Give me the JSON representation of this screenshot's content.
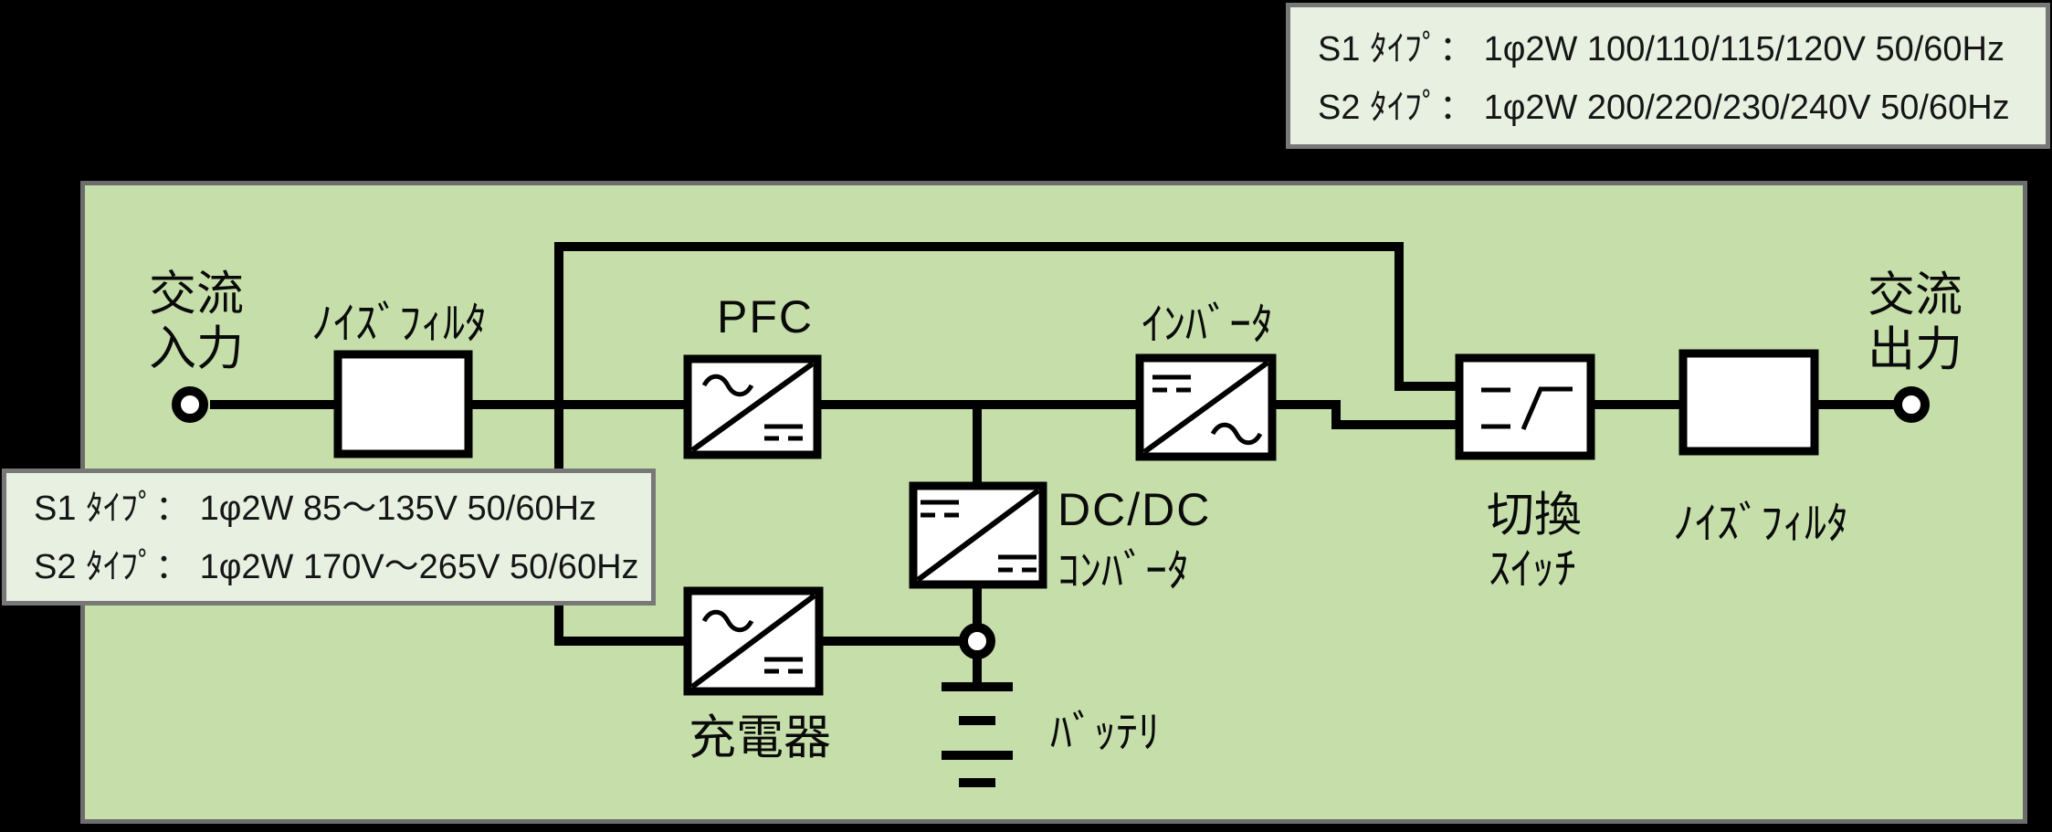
{
  "diagram_title": "UPS block diagram",
  "colors": {
    "canvas_background": "#000000",
    "panel_fill": "#c6dfaa",
    "panel_border": "#6d6d6d",
    "spec_box_fill": "#e8f0e2",
    "spec_box_border": "#787878",
    "wire": "#000000",
    "block_fill": "#ffffff"
  },
  "spec_output": {
    "lines": [
      "S1 ﾀｲﾌﾟ： 1φ2W 100/110/115/120V 50/60Hz",
      "S2 ﾀｲﾌﾟ： 1φ2W 200/220/230/240V 50/60Hz"
    ]
  },
  "spec_input": {
    "lines": [
      "S1 ﾀｲﾌﾟ： 1φ2W 85～135V 50/60Hz",
      "S2 ﾀｲﾌﾟ： 1φ2W 170V～265V 50/60Hz"
    ]
  },
  "terminals": {
    "ac_input": {
      "line1": "交流",
      "line2": "入力"
    },
    "ac_output": {
      "line1": "交流",
      "line2": "出力"
    }
  },
  "blocks": {
    "noise_filter_input": {
      "label": "ﾉｲｽﾞﾌｨﾙﾀ"
    },
    "pfc": {
      "label": "PFC"
    },
    "inverter": {
      "label": "ｲﾝﾊﾞｰﾀ"
    },
    "transfer_switch": {
      "label_line1": "切換",
      "label_line2": "ｽｲｯﾁ"
    },
    "noise_filter_output": {
      "label": "ﾉｲｽﾞﾌｨﾙﾀ"
    },
    "dcdc_converter": {
      "label_line1": "DC/DC",
      "label_line2": "ｺﾝﾊﾞｰﾀ"
    },
    "charger": {
      "label": "充電器"
    },
    "battery": {
      "label": "ﾊﾞｯﾃﾘ"
    }
  }
}
